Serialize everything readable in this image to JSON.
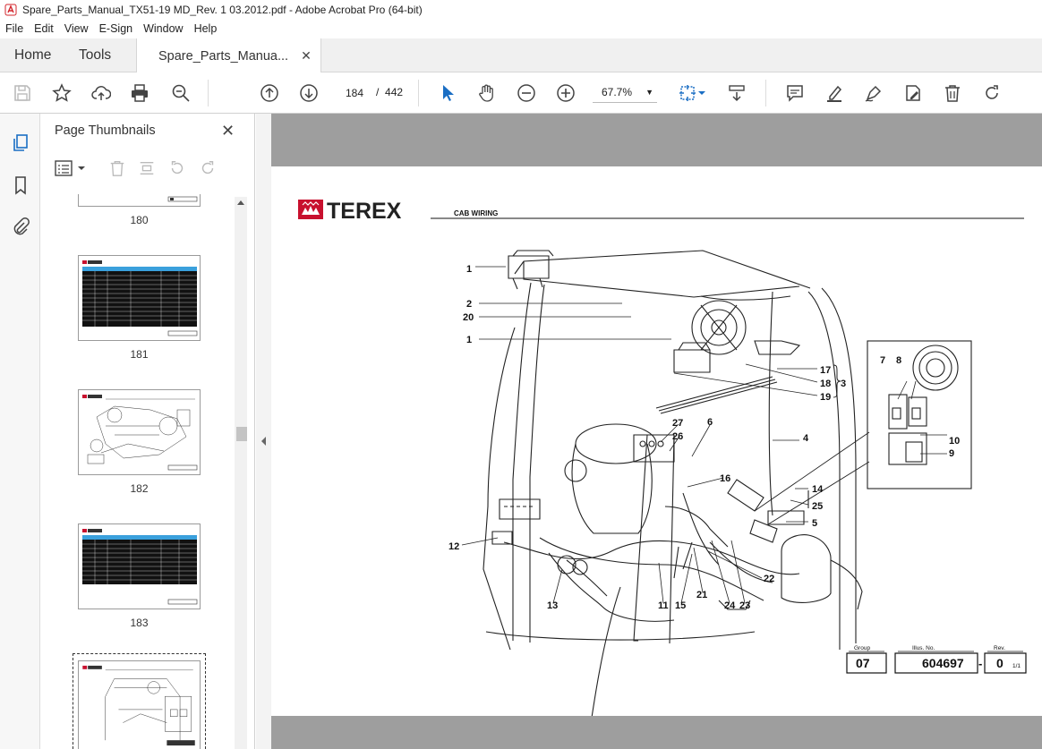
{
  "window": {
    "title": "Spare_Parts_Manual_TX51-19 MD_Rev. 1 03.2012.pdf - Adobe Acrobat Pro (64-bit)"
  },
  "menu": [
    "File",
    "Edit",
    "View",
    "E-Sign",
    "Window",
    "Help"
  ],
  "tabs": {
    "home": "Home",
    "tools": "Tools",
    "document": "Spare_Parts_Manua..."
  },
  "toolbar": {
    "current_page": "184",
    "page_separator": "/",
    "total_pages": "442",
    "zoom": "67.7%"
  },
  "panel": {
    "title": "Page Thumbnails",
    "thumbnails": [
      {
        "label": "180"
      },
      {
        "label": "181"
      },
      {
        "label": "182"
      },
      {
        "label": "183"
      }
    ]
  },
  "document": {
    "brand": "TEREX",
    "section_title": "CAB WIRING",
    "callouts": [
      "1",
      "2",
      "20",
      "1",
      "17",
      "18",
      "19",
      "3",
      "4",
      "7",
      "8",
      "10",
      "9",
      "27",
      "26",
      "6",
      "16",
      "14",
      "25",
      "5",
      "12",
      "22",
      "13",
      "11",
      "15",
      "21",
      "24",
      "23"
    ],
    "footer": {
      "group_label": "Group",
      "group_value": "07",
      "illus_label": "Illus. No.",
      "illus_value": "604697",
      "dash": "-",
      "rev_label": "Rev.",
      "rev_value": "0",
      "sheet": "1/1"
    }
  },
  "colors": {
    "accent_blue": "#1a6ec4",
    "terex_red": "#c8102e",
    "viewer_gray": "#9e9e9e"
  }
}
